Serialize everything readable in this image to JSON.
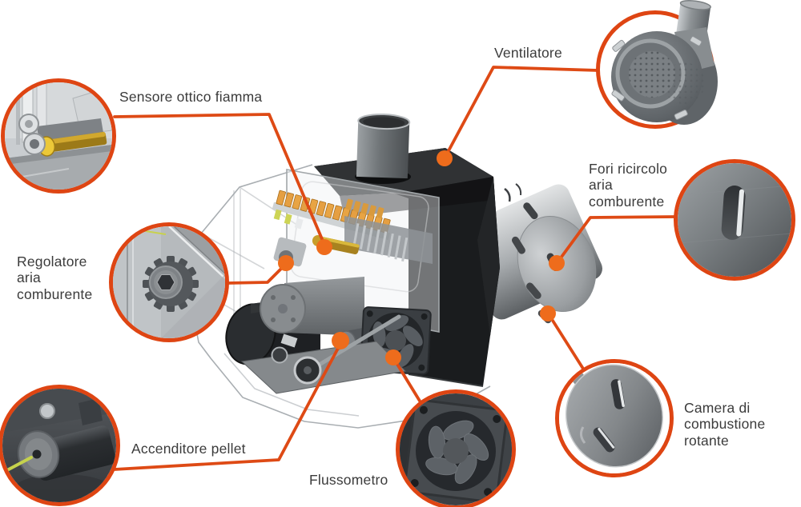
{
  "diagram": {
    "colors": {
      "background": "#ffffff",
      "accent_line": "#de4a15",
      "accent_dot": "#ee6c1c",
      "label_text": "#3b3b3b"
    },
    "callouts": {
      "sensore": {
        "label": "Sensore ottico fiamma"
      },
      "ventilatore": {
        "label": "Ventilatore"
      },
      "fori": {
        "label": "Fori ricircolo\naria\ncomburente"
      },
      "regolatore": {
        "label": "Regolatore\naria\ncomburente"
      },
      "accenditore": {
        "label": "Accenditore pellet"
      },
      "flussometro": {
        "label": "Flussometro"
      },
      "camera": {
        "label": "Camera di\ncombustione\nrotante"
      }
    }
  }
}
